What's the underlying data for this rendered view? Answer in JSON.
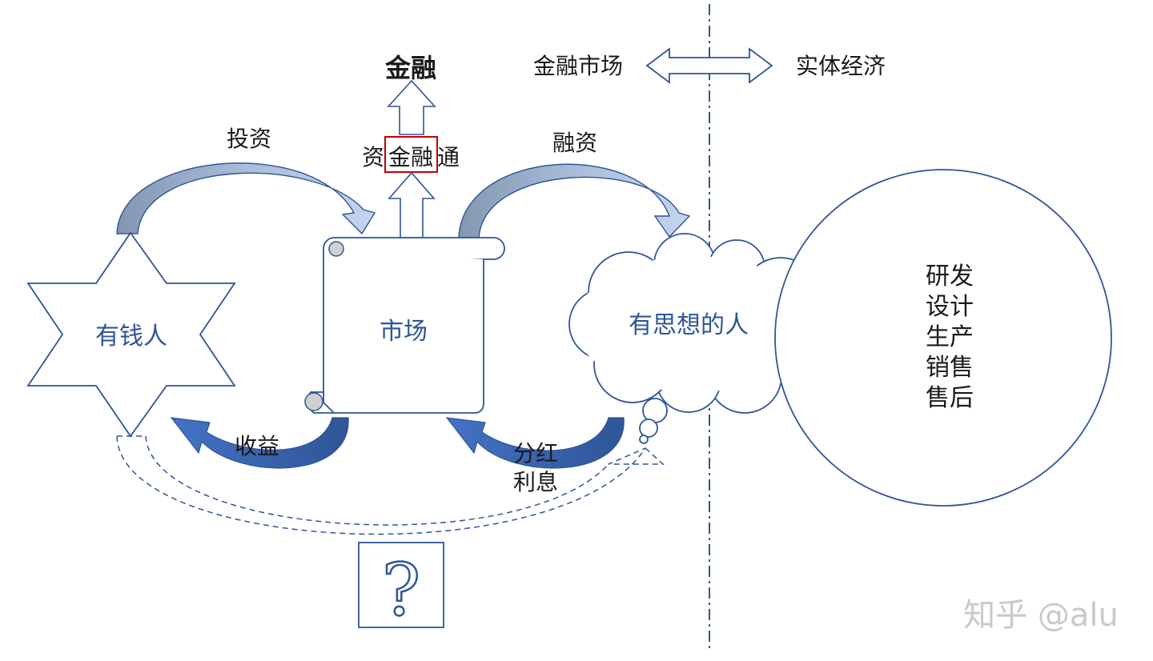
{
  "top": {
    "finance": "金融",
    "fund_flow_prefix": "资",
    "fund_flow_boxed": "金融",
    "fund_flow_suffix": "通",
    "financial_market": "金融市场",
    "real_economy": "实体经济"
  },
  "flows": {
    "invest": "投资",
    "financing": "融资",
    "returns": "收益",
    "dividend_line1": "分红",
    "dividend_line2": "利息"
  },
  "nodes": {
    "rich_people": "有钱人",
    "market": "市场",
    "idea_people": "有思想的人",
    "business_lines": [
      "研发",
      "设计",
      "生产",
      "销售",
      "售后"
    ],
    "mystery_box": "?"
  },
  "watermark": "知乎 @alu",
  "colors": {
    "outline": "#2f5597",
    "arrow_light": "#b4c7e7",
    "arrow_grey": "#8497b0",
    "arrow_dark": "#2f5597",
    "scroll_fold": "#d0d0d0",
    "highlight_box": "#c00000"
  }
}
